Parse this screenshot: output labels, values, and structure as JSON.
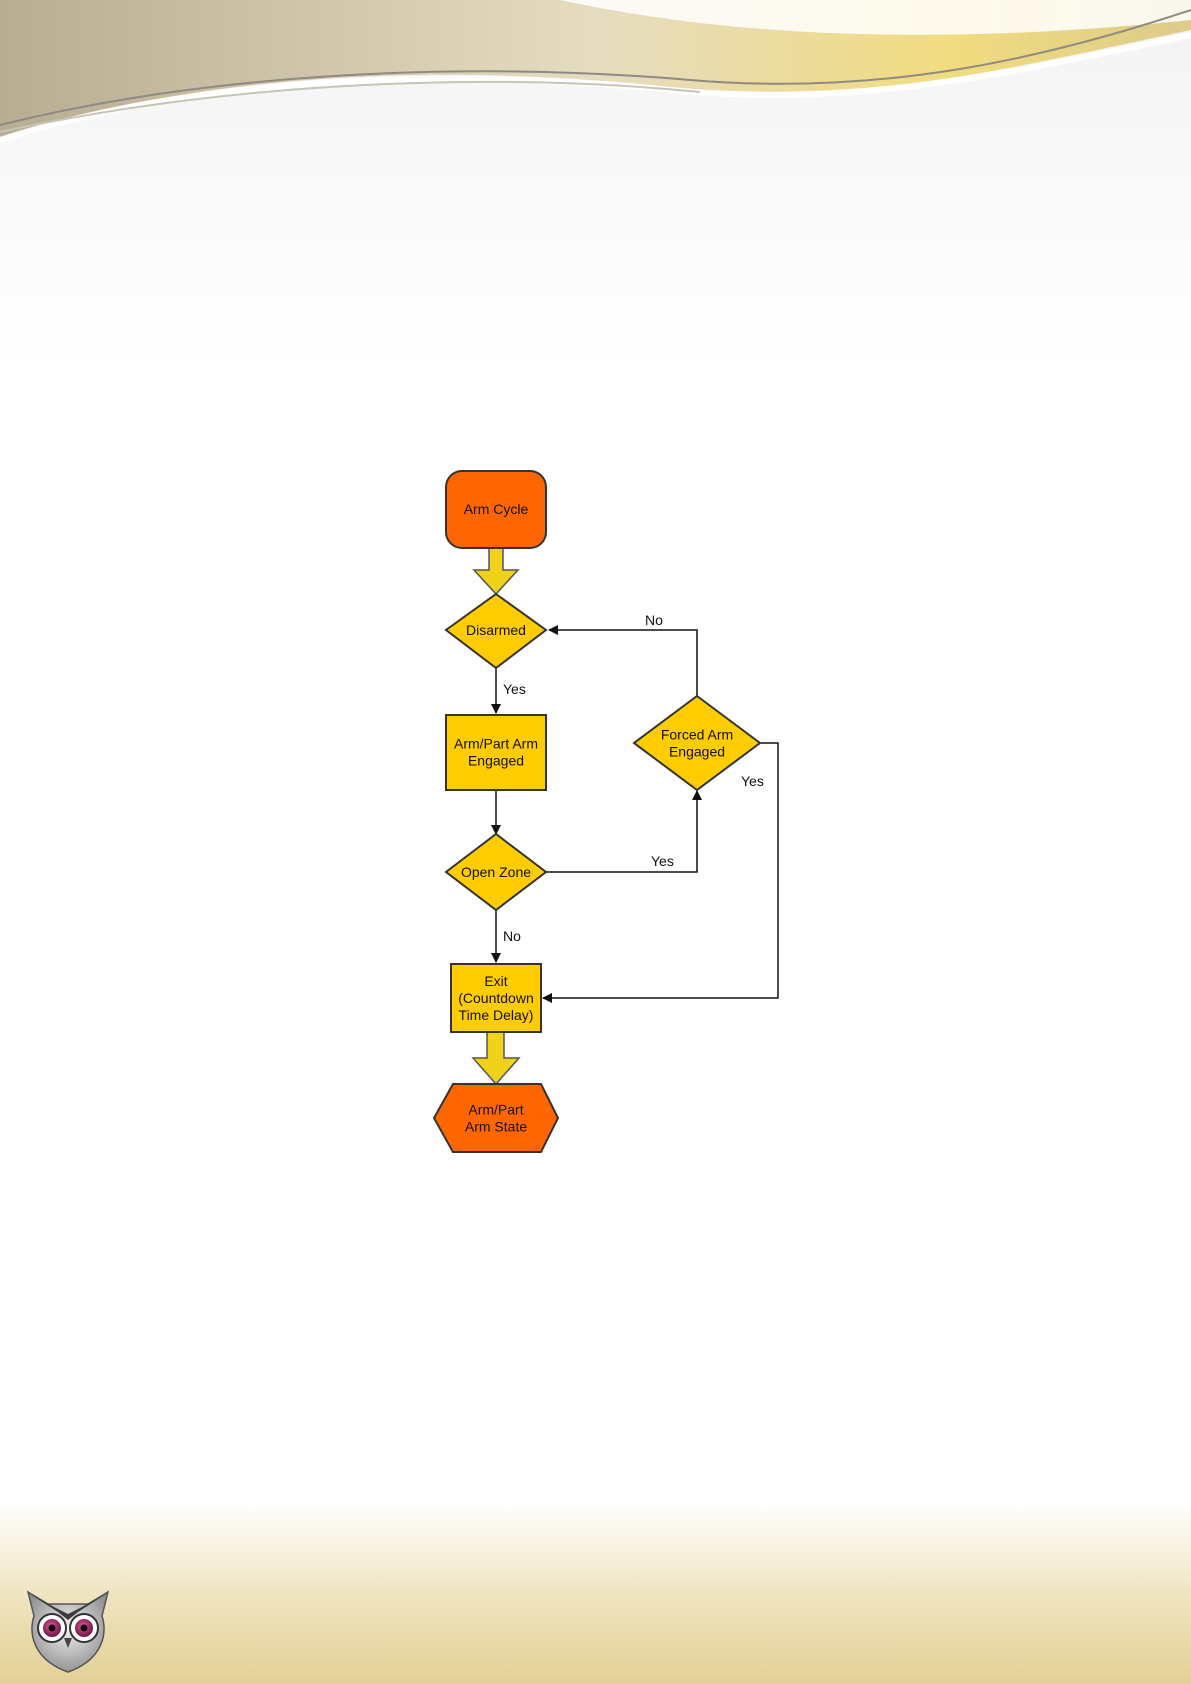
{
  "diagram": {
    "nodes": {
      "arm_cycle": {
        "lines": [
          "Arm Cycle"
        ]
      },
      "disarmed": {
        "lines": [
          "Disarmed"
        ]
      },
      "arm_engaged": {
        "lines": [
          "Arm/Part Arm",
          "Engaged"
        ]
      },
      "forced_arm": {
        "lines": [
          "Forced Arm",
          "Engaged"
        ]
      },
      "open_zone": {
        "lines": [
          "Open Zone"
        ]
      },
      "exit": {
        "lines": [
          "Exit",
          "(Countdown",
          "Time Delay)"
        ]
      },
      "arm_state": {
        "lines": [
          "Arm/Part",
          "Arm State"
        ]
      }
    },
    "edges": {
      "disarmed_yes": "Yes",
      "forced_no": "No",
      "forced_yes": "Yes",
      "open_zone_yes": "Yes",
      "open_zone_no": "No"
    }
  },
  "colors": {
    "terminal": "#ff6600",
    "process": "#ffcc00",
    "decision": "#ffcc00",
    "flow_arrow": "#f0d21a",
    "outline": "#333333"
  },
  "icons": {
    "logo": "owl-icon"
  }
}
